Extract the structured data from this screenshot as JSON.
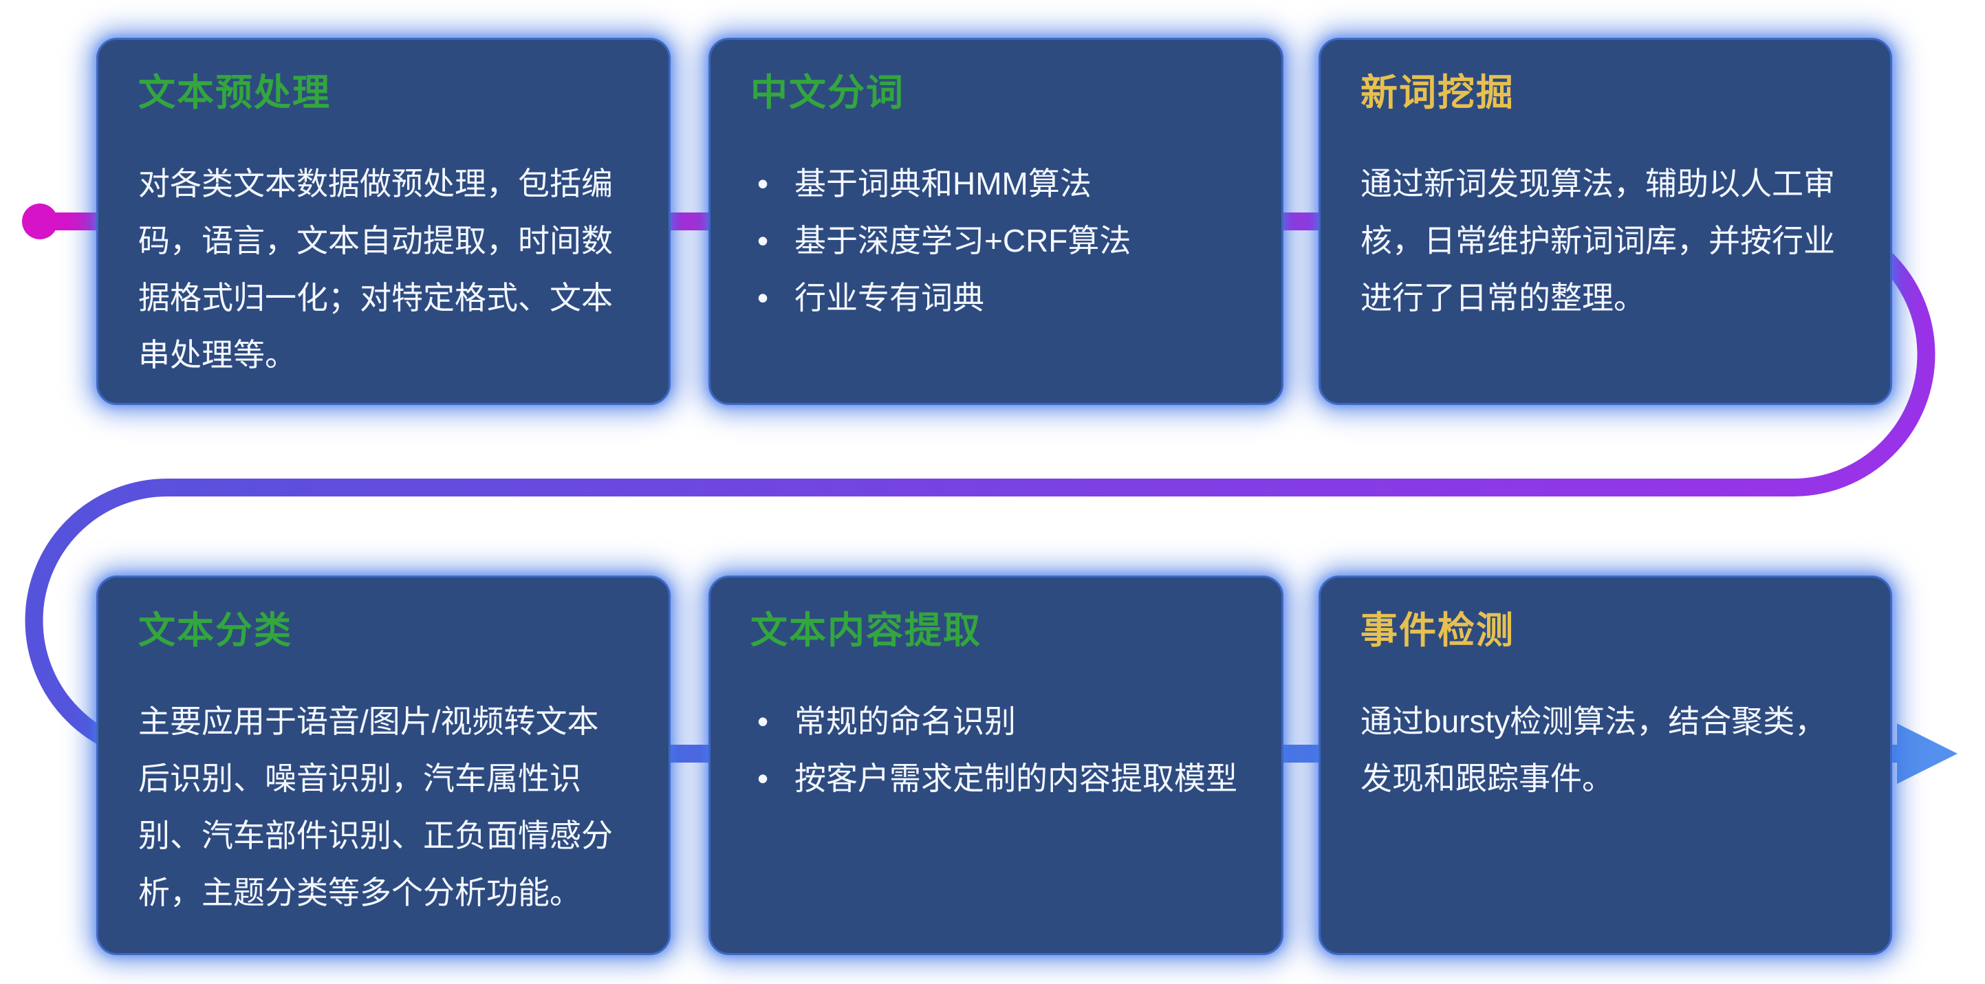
{
  "page": {
    "type": "nlp-capabilities-infographic"
  },
  "colors": {
    "page_bg": "#ffffff",
    "card_bg": "#2e4b80",
    "card_border": "#3d68c4",
    "card_glow": "#3a6fe0",
    "title_green": "#33a63e",
    "title_yellow": "#e7c050",
    "body_text": "#f4f8ff",
    "flow_magenta": "#d613c7",
    "flow_purple": "#9b32e8",
    "flow_indigo": "#5553dc",
    "flow_blue": "#4f8bed",
    "flow_arrow": "#5490ee"
  },
  "flow": {
    "start_marker": "magenta-dot",
    "end_marker": "right-arrow",
    "direction": "snake-left-to-right-top-then-bottom"
  },
  "cards": [
    {
      "title": "文本预处理",
      "title_color": "green",
      "body": "对各类文本数据做预处理，包括编码，语言，文本自动提取，时间数据格式归一化；对特定格式、文本串处理等。",
      "bullets": []
    },
    {
      "title": "中文分词",
      "title_color": "green",
      "body": "",
      "bullets": [
        "基于词典和HMM算法",
        "基于深度学习+CRF算法",
        "行业专有词典"
      ]
    },
    {
      "title": "新词挖掘",
      "title_color": "yellow",
      "body": "通过新词发现算法，辅助以人工审核，日常维护新词词库，并按行业进行了日常的整理。",
      "bullets": []
    },
    {
      "title": "文本分类",
      "title_color": "green",
      "body": "主要应用于语音/图片/视频转文本后识别、噪音识别，汽车属性识别、汽车部件识别、正负面情感分析，主题分类等多个分析功能。",
      "bullets": []
    },
    {
      "title": "文本内容提取",
      "title_color": "green",
      "body": "",
      "bullets": [
        "常规的命名识别",
        "按客户需求定制的内容提取模型"
      ]
    },
    {
      "title": "事件检测",
      "title_color": "yellow",
      "body": "通过bursty检测算法，结合聚类，发现和跟踪事件。",
      "bullets": []
    }
  ]
}
